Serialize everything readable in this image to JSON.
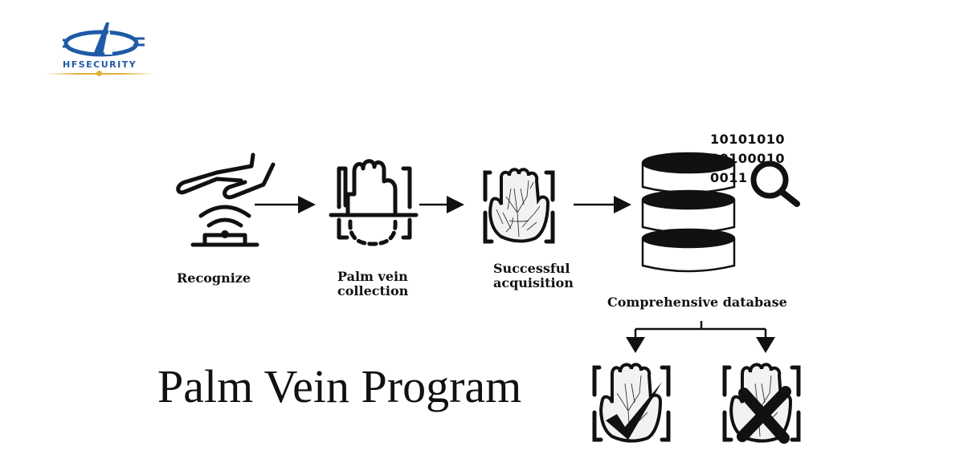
{
  "logo": {
    "brand": "HFSECURITY",
    "primary_color": "#1f5aa6",
    "accent_color": "#e0b23a"
  },
  "steps": [
    {
      "id": "recognize",
      "label": "Recognize",
      "icon": "hand-over-sensor-icon"
    },
    {
      "id": "collection",
      "label_line1": "Palm vein",
      "label_line2": "collection",
      "icon": "palm-scan-icon"
    },
    {
      "id": "acquisition",
      "label_line1": "Successful",
      "label_line2": "acquisition",
      "icon": "palm-vein-icon"
    },
    {
      "id": "database",
      "label": "Comprehensive database",
      "icon": "database-search-icon"
    }
  ],
  "database": {
    "binary_lines": [
      "10101010",
      "00100010",
      "0011"
    ]
  },
  "outcomes": [
    {
      "id": "match",
      "icon": "palm-check-icon"
    },
    {
      "id": "no-match",
      "icon": "palm-cross-icon"
    }
  ],
  "title": "Palm Vein Program"
}
